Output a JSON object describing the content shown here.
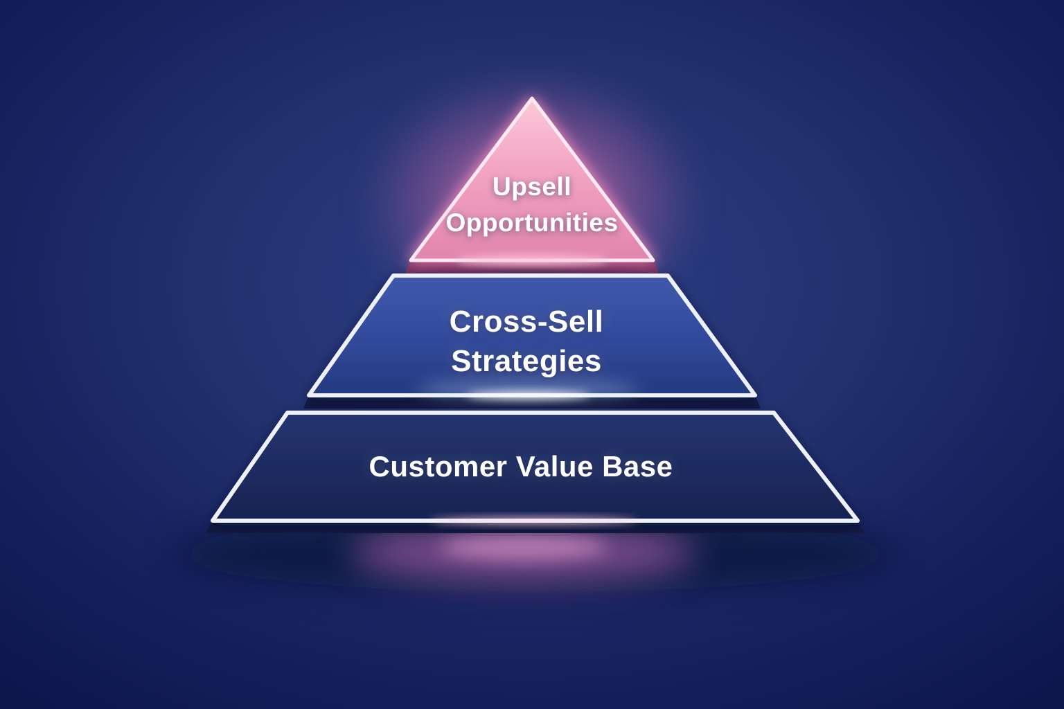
{
  "diagram": {
    "type": "pyramid",
    "tier_count": 3,
    "tiers": [
      {
        "rank": 1,
        "position": "top",
        "lines": [
          "Upsell",
          "Opportunities"
        ],
        "label": "Upsell Opportunities",
        "fill_top": "#fbc9da",
        "fill_bottom": "#e184ac",
        "border_color": "#ffeaf3",
        "glow_color": "#ff99c5"
      },
      {
        "rank": 2,
        "position": "middle",
        "lines": [
          "Cross-Sell",
          "Strategies"
        ],
        "label": "Cross-Sell Strategies",
        "fill_top": "#4059ab",
        "fill_bottom": "#243a80",
        "border_color": "#eef1f9",
        "glow_color": "#ffffff"
      },
      {
        "rank": 3,
        "position": "bottom",
        "lines": [
          "Customer Value Base"
        ],
        "label": "Customer Value Base",
        "fill_top": "#25346f",
        "fill_bottom": "#182350",
        "border_color": "#eef1f9",
        "glow_color": "#e9a0d2"
      }
    ],
    "text_color": "#ffffff",
    "background_center": "#2c3e86",
    "background_edge": "#0b1347",
    "floor_glow_color": "#c06ab8"
  }
}
